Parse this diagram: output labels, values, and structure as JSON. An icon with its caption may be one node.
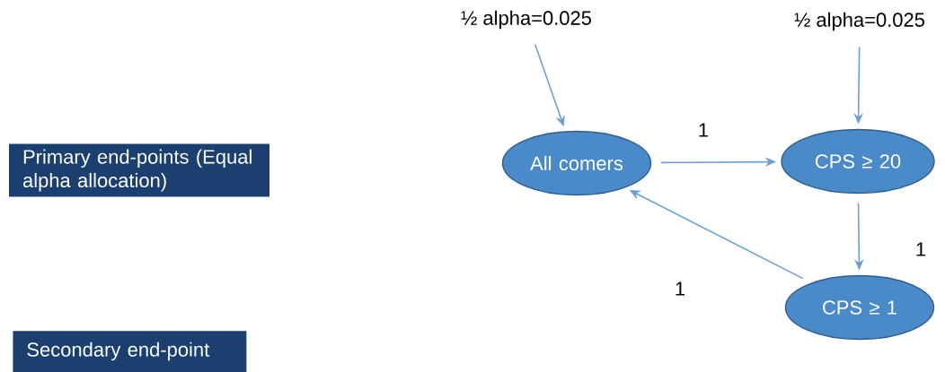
{
  "diagram": {
    "nodes": [
      {
        "text": [
          "Primary end-points (Equal alpha allocation)"
        ]
      },
      {
        "text": [
          "Secondary end-point"
        ]
      },
      {
        "text": [
          "½ alpha=0.025"
        ]
      },
      {
        "text": [
          "½ alpha=0.025"
        ]
      },
      {
        "text": [
          "All comers"
        ]
      },
      {
        "text": [
          "CPS ≥ 20"
        ]
      },
      {
        "text": [
          "CPS ≥ 1"
        ]
      }
    ],
    "edges": [
      {
        "from": 2,
        "to": 4,
        "arrow": "to"
      },
      {
        "from": 3,
        "to": 5,
        "arrow": "to"
      },
      {
        "from": 4,
        "to": 5,
        "arrow": "to",
        "label": "1"
      },
      {
        "from": 5,
        "to": 6,
        "arrow": "to",
        "label": "1"
      },
      {
        "from": 6,
        "to": 4,
        "arrow": "to",
        "label": "1"
      }
    ]
  }
}
